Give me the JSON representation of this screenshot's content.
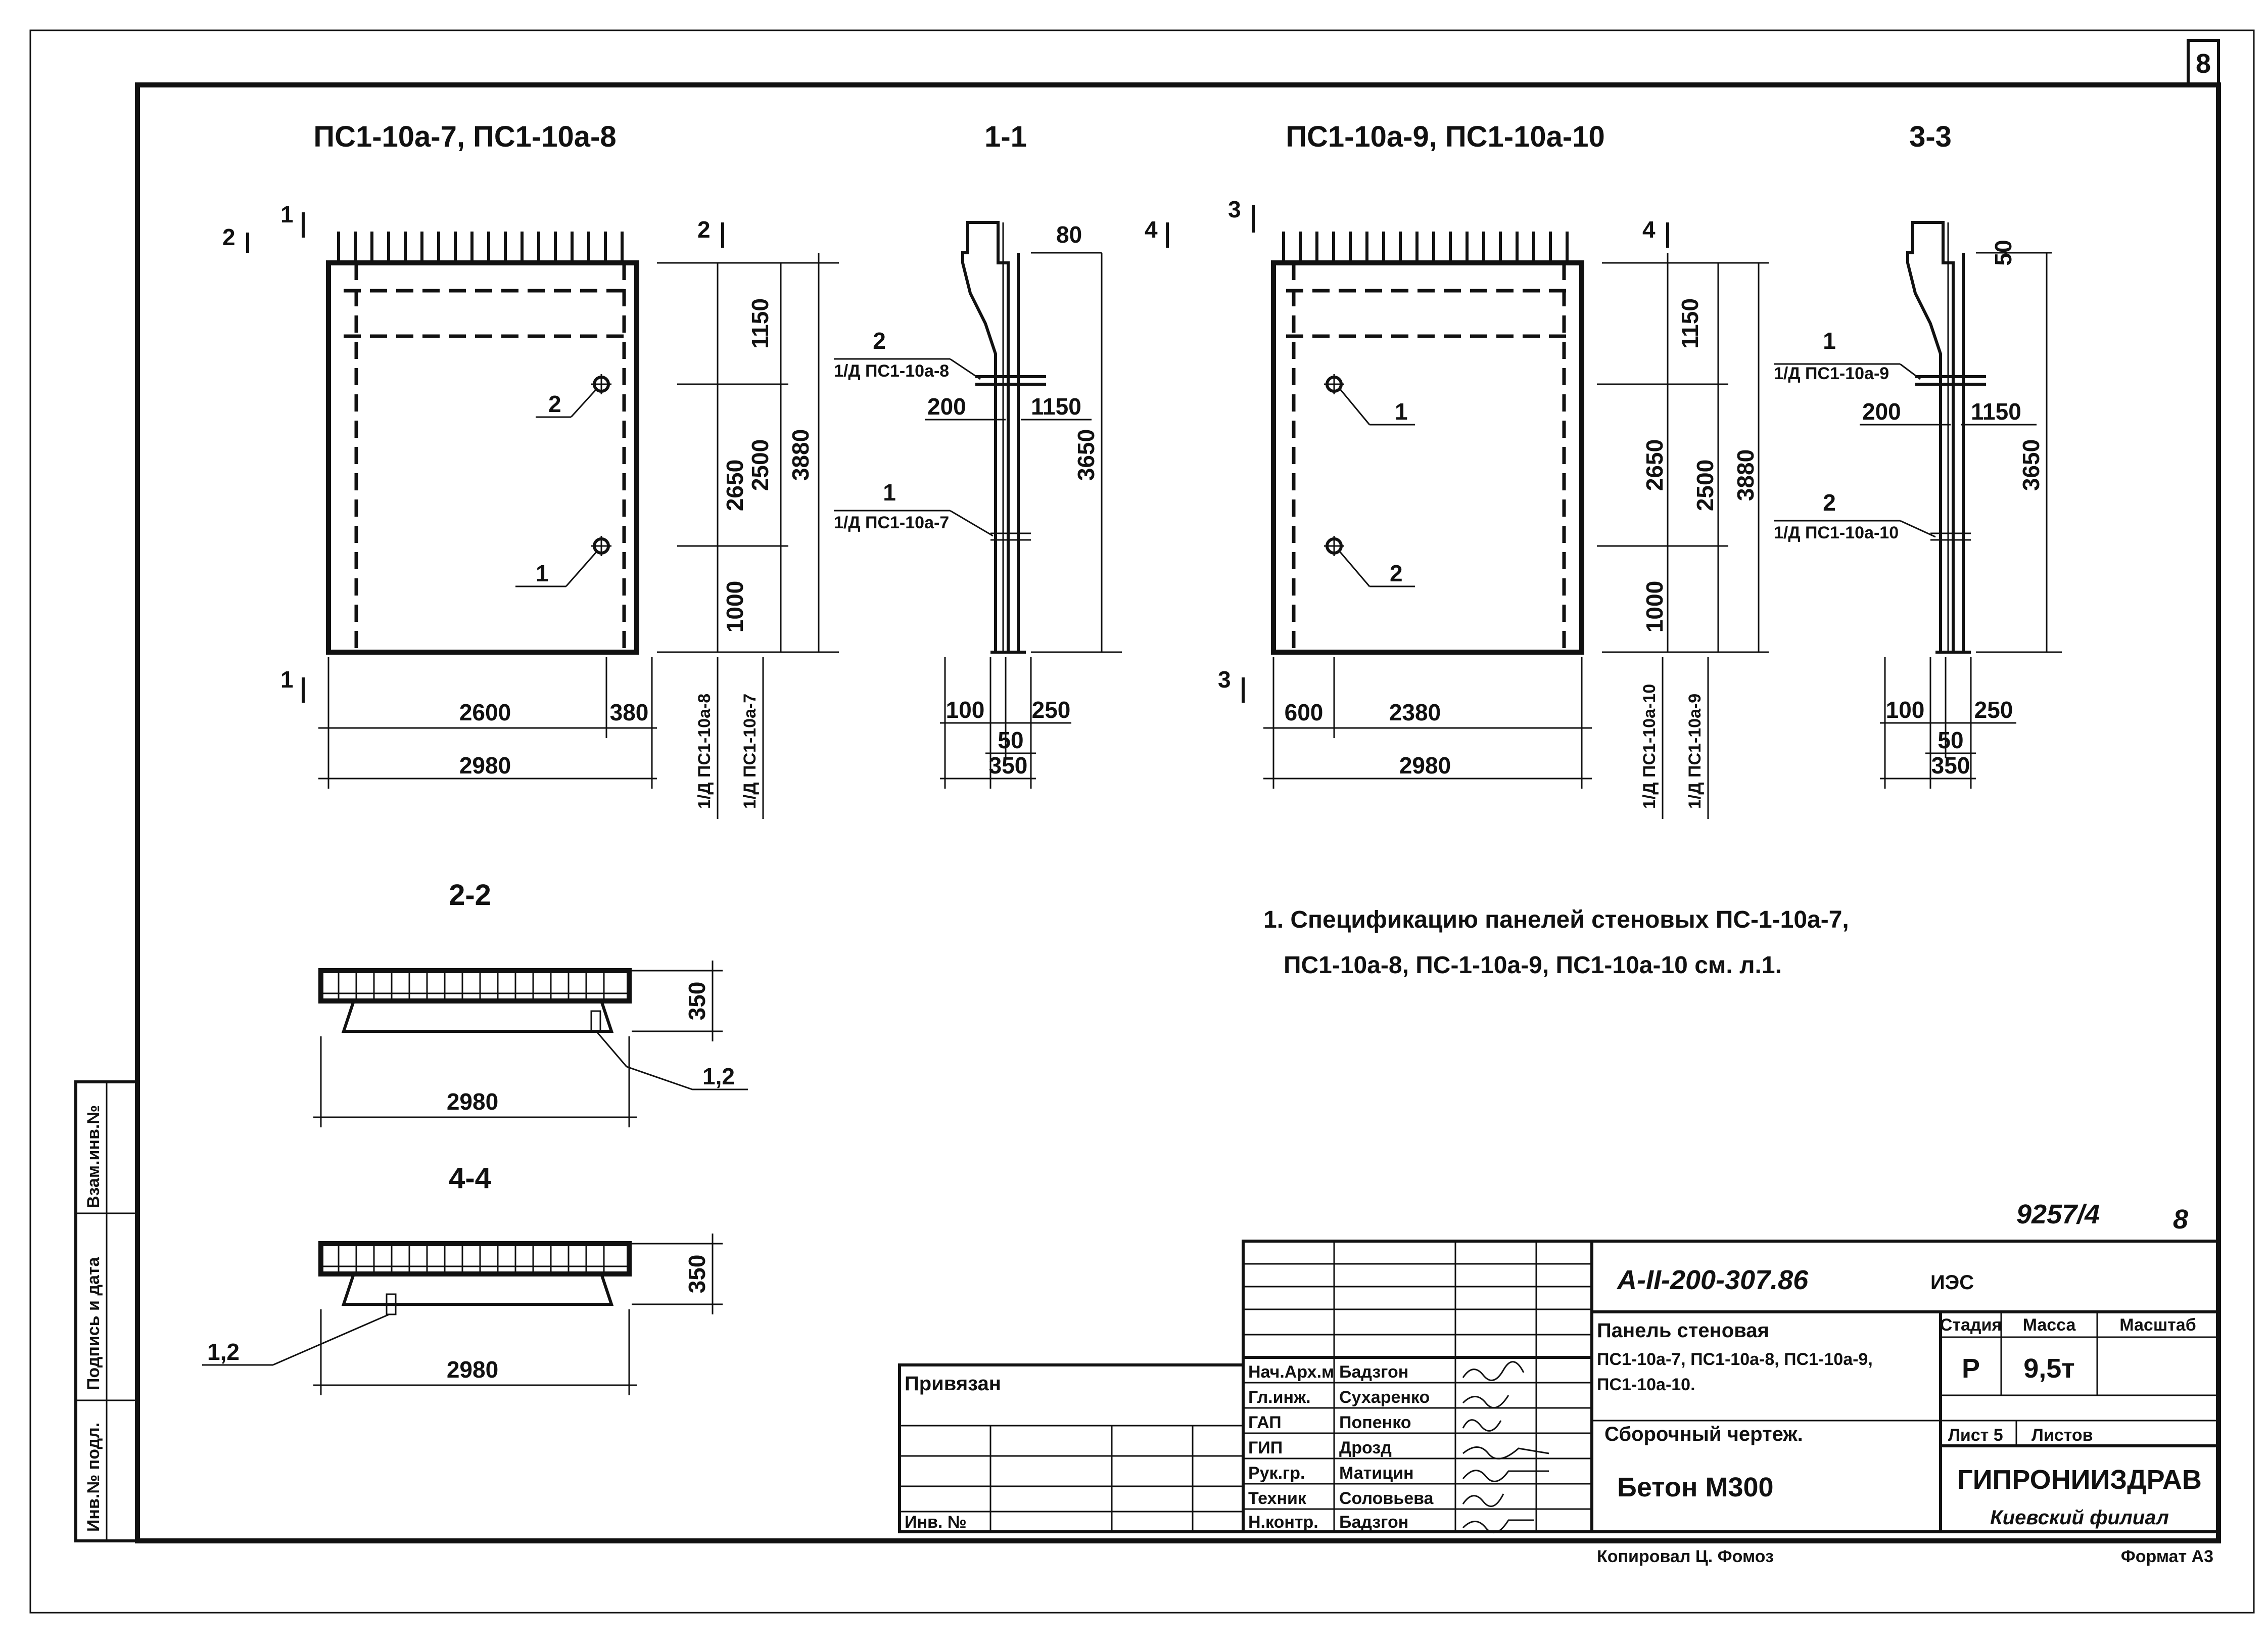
{
  "sheet_number": "8",
  "views": {
    "front_left_title": "ПС1-10а-7, ПС1-10а-8",
    "section_1_1": "1-1",
    "front_right_title": "ПС1-10а-9, ПС1-10а-10",
    "section_3_3": "3-3",
    "section_2_2": "2-2",
    "section_4_4": "4-4"
  },
  "cut_marks": {
    "m1": "1",
    "m2": "2",
    "m3": "3",
    "m4": "4"
  },
  "front_left": {
    "dim_2650": "2650",
    "dim_1150": "1150",
    "dim_2500": "2500",
    "dim_1000": "1000",
    "dim_3880": "3880",
    "dim_2600": "2600",
    "dim_380": "380",
    "dim_2980": "2980",
    "callout_1": "1",
    "callout_2": "2",
    "vlabel_a": "1/Д ПС1-10а-8",
    "vlabel_b": "1/Д ПС1-10а-7"
  },
  "section_1_1": {
    "dim_80": "80",
    "dim_3650": "3650",
    "dim_200": "200",
    "dim_1150": "1150",
    "dim_100": "100",
    "dim_250": "250",
    "dim_50": "50",
    "dim_350": "350",
    "leader_2_num": "2",
    "leader_2_ref": "1/Д ПС1-10а-8",
    "leader_1_num": "1",
    "leader_1_ref": "1/Д ПС1-10а-7"
  },
  "front_right": {
    "dim_1150": "1150",
    "dim_2650": "2650",
    "dim_2500": "2500",
    "dim_1000": "1000",
    "dim_3880": "3880",
    "dim_600": "600",
    "dim_2380": "2380",
    "dim_2980": "2980",
    "callout_1": "1",
    "callout_2": "2",
    "vlabel_a": "1/Д ПС1-10а-10",
    "vlabel_b": "1/Д ПС1-10а-9"
  },
  "section_3_3": {
    "dim_50": "50",
    "dim_3650": "3650",
    "dim_200": "200",
    "dim_1150": "1150",
    "dim_100": "100",
    "dim_250": "250",
    "dim_50b": "50",
    "dim_350": "350",
    "leader_1_num": "1",
    "leader_1_ref": "1/Д ПС1-10а-9",
    "leader_2_num": "2",
    "leader_2_ref": "1/Д ПС1-10а-10"
  },
  "plan_2_2": {
    "dim_350": "350",
    "dim_2980": "2980",
    "callout": "1,2"
  },
  "plan_4_4": {
    "dim_350": "350",
    "dim_2980": "2980",
    "callout": "1,2"
  },
  "note": {
    "line1": "1. Спецификацию панелей стеновых ПС-1-10а-7,",
    "line2": "ПС1-10а-8, ПС-1-10а-9, ПС1-10а-10 см. л.1."
  },
  "archive_number": "9257/4",
  "archive_sheet": "8",
  "title_block": {
    "code": "А-II-200-307.86",
    "code_suffix": "ИЭС",
    "privyazan": "Привязан",
    "inv_no": "Инв. №",
    "roles": [
      "Нач.Арх.м",
      "Гл.инж.",
      "ГАП",
      "ГИП",
      "Рук.гр.",
      "Техник",
      "Н.контр."
    ],
    "names": [
      "Бадзгон",
      "Сухаренко",
      "Попенко",
      "Дрозд",
      "Матицин",
      "Соловьева",
      "Бадзгон"
    ],
    "description_l1": "Панель стеновая",
    "description_l2": "ПС1-10а-7, ПС1-10а-8, ПС1-10а-9,",
    "description_l3": "ПС1-10а-10.",
    "drawing_type": "Сборочный чертеж.",
    "material": "Бетон М300",
    "col_stage": "Стадия",
    "col_mass": "Масса",
    "col_scale": "Масштаб",
    "stage": "Р",
    "mass": "9,5т",
    "sheet_label": "Лист 5",
    "sheets_label": "Листов",
    "org": "ГИПРОНИИЗДРАВ",
    "branch": "Киевский филиал",
    "copied": "Копировал Ц. Фомоз",
    "format": "Формат А3"
  },
  "side_stamp": {
    "f1": "Инв.№ подл.",
    "f2": "Подпись и дата",
    "f3": "Взам.инв.№"
  }
}
